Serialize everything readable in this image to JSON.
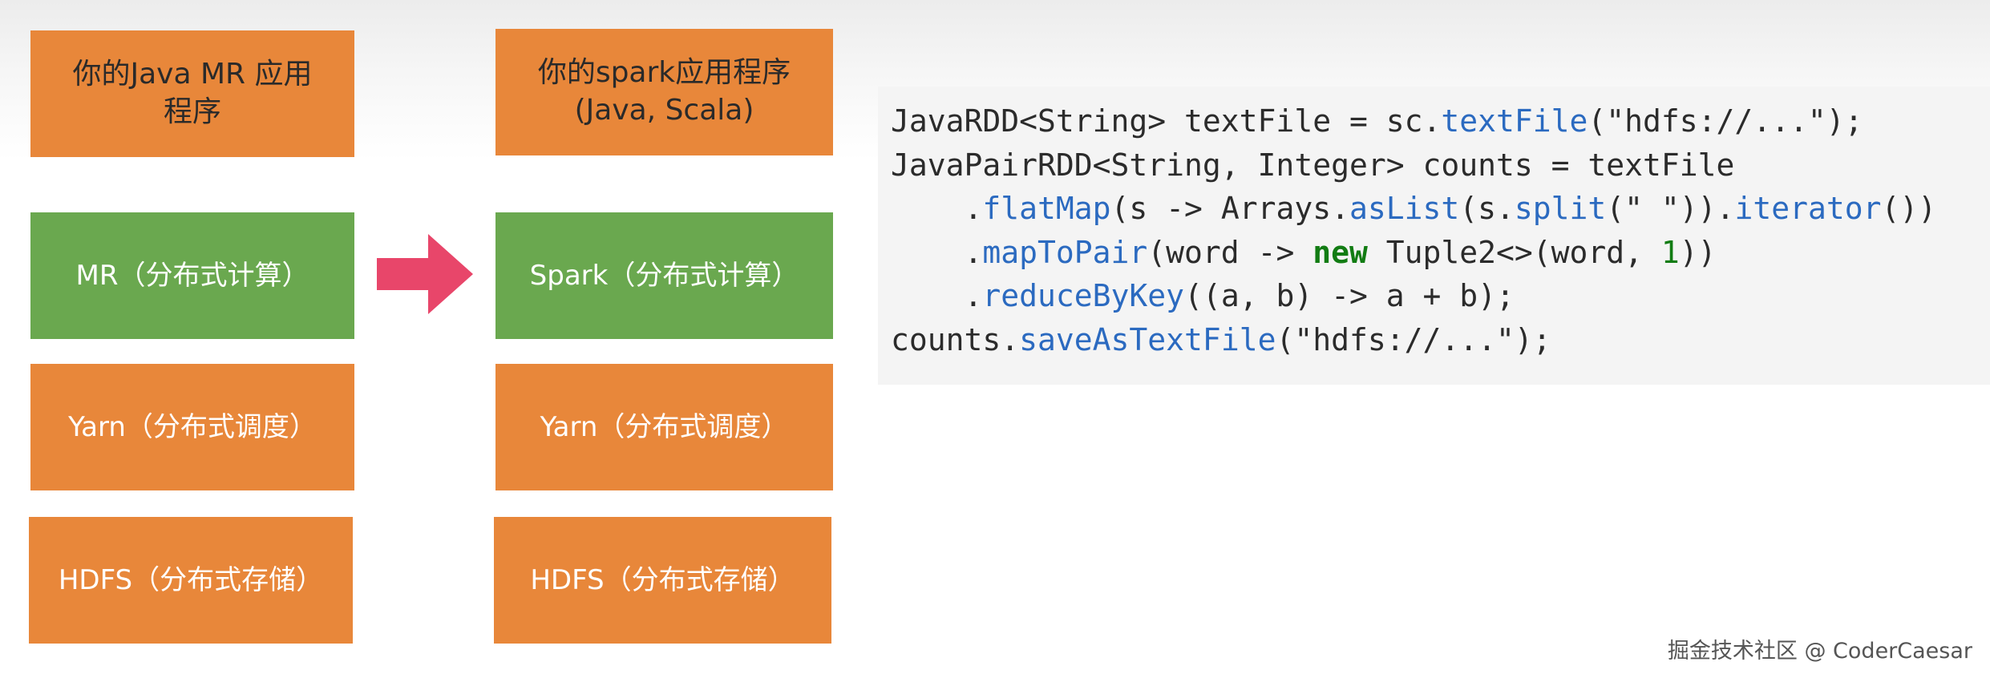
{
  "left_stack": {
    "app_title": "你的Java MR 应用\n程序",
    "compute": "MR（分布式计算）",
    "scheduling": "Yarn（分布式调度）",
    "storage": "HDFS（分布式存储）"
  },
  "right_stack": {
    "app_title": "你的spark应用程序\n(Java, Scala)",
    "compute": "Spark（分布式计算）",
    "scheduling": "Yarn（分布式调度）",
    "storage": "HDFS（分布式存储）"
  },
  "colors": {
    "orange": "#e8873a",
    "green": "#6aa84f",
    "arrow": "#e8466a",
    "code_method": "#2b6ac0",
    "code_keyword": "#127c13"
  },
  "arrow": {
    "icon": "right-arrow-icon"
  },
  "code": [
    [
      {
        "t": "JavaRDD<String> textFile = sc.",
        "k": "plain"
      },
      {
        "t": "textFile",
        "k": "method"
      },
      {
        "t": "(\"hdfs://...\");",
        "k": "plain"
      }
    ],
    [
      {
        "t": "JavaPairRDD<String, Integer> counts = textFile",
        "k": "plain"
      }
    ],
    [
      {
        "t": "    .",
        "k": "plain"
      },
      {
        "t": "flatMap",
        "k": "method"
      },
      {
        "t": "(s -> Arrays.",
        "k": "plain"
      },
      {
        "t": "asList",
        "k": "method"
      },
      {
        "t": "(s.",
        "k": "plain"
      },
      {
        "t": "split",
        "k": "method"
      },
      {
        "t": "(\" \")).",
        "k": "plain"
      },
      {
        "t": "iterator",
        "k": "method"
      },
      {
        "t": "())",
        "k": "plain"
      }
    ],
    [
      {
        "t": "    .",
        "k": "plain"
      },
      {
        "t": "mapToPair",
        "k": "method"
      },
      {
        "t": "(word -> ",
        "k": "plain"
      },
      {
        "t": "new",
        "k": "keyword"
      },
      {
        "t": " Tuple2<>(word, ",
        "k": "plain"
      },
      {
        "t": "1",
        "k": "number"
      },
      {
        "t": "))",
        "k": "plain"
      }
    ],
    [
      {
        "t": "    .",
        "k": "plain"
      },
      {
        "t": "reduceByKey",
        "k": "method"
      },
      {
        "t": "((a, b) -> a + b);",
        "k": "plain"
      }
    ],
    [
      {
        "t": "counts.",
        "k": "plain"
      },
      {
        "t": "saveAsTextFile",
        "k": "method"
      },
      {
        "t": "(\"hdfs://...\");",
        "k": "plain"
      }
    ]
  ],
  "watermark": "掘金技术社区 @ CoderCaesar"
}
